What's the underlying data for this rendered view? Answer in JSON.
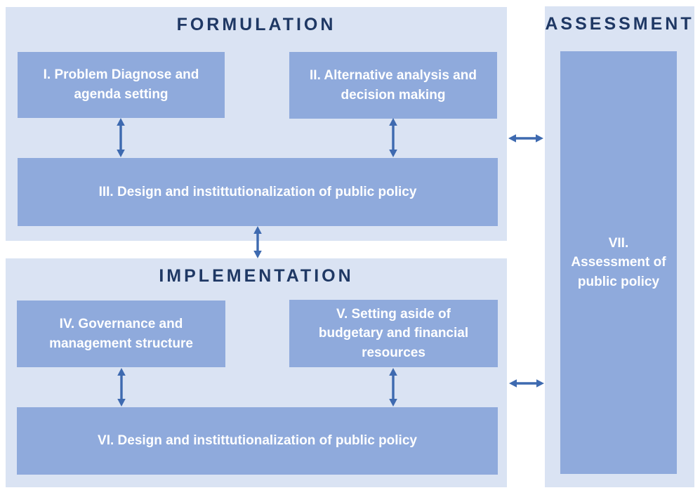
{
  "colors": {
    "page_bg": "#ffffff",
    "panel_bg": "#dae3f3",
    "box_bg": "#8faadc",
    "box_text": "#ffffff",
    "title_text": "#1f3864",
    "arrow": "#3e6ab0"
  },
  "icons": {
    "double_arrow_vertical": "↕",
    "double_arrow_horizontal": "↔"
  },
  "sections": {
    "formulation": {
      "title": "FORMULATION",
      "box1": "I. Problem Diagnose and\nagenda setting",
      "box2": "II. Alternative analysis and\ndecision making",
      "box3": "III. Design and instittutionalization of public policy"
    },
    "implementation": {
      "title": "IMPLEMENTATION",
      "box4": "IV. Governance and\nmanagement structure",
      "box5": "V. Setting aside of\nbudgetary and financial\nresources",
      "box6": "VI. Design and instittutionalization of public policy"
    },
    "assessment": {
      "title": "ASSESSMENT",
      "box7": "VII.\nAssessment of\npublic policy"
    }
  }
}
